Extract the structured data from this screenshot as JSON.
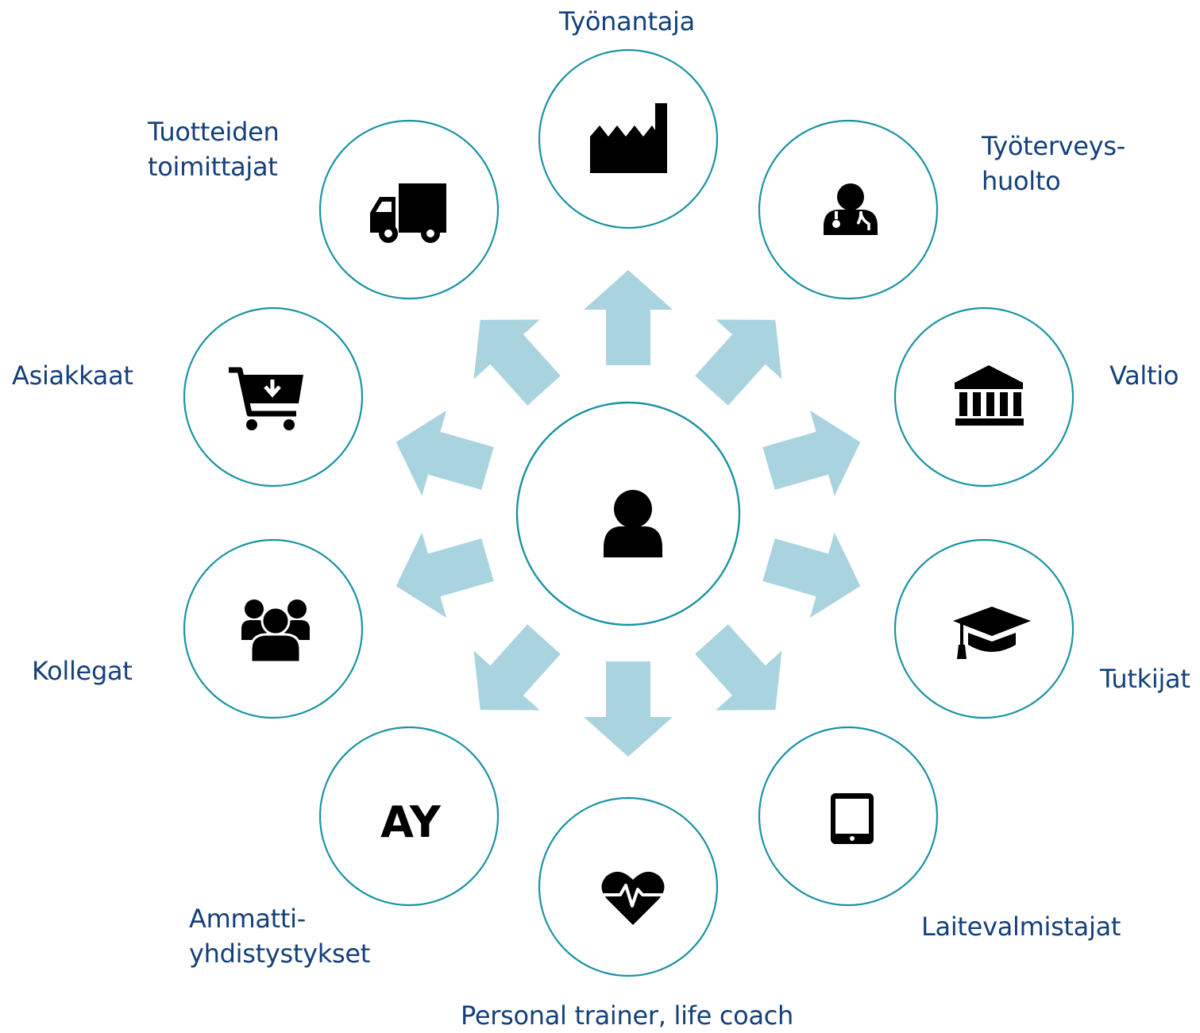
{
  "colors": {
    "circle_stroke": "#1a93a3",
    "arrow": "#aad3e0",
    "label": "#13407a",
    "icon": "#000000"
  },
  "center": {
    "icon": "person-icon"
  },
  "nodes": {
    "tyonantaja": {
      "label": "Työnantaja",
      "icon": "factory-icon"
    },
    "tyoterveys": {
      "label": "Työterveys-\nhuolto",
      "icon": "doctor-icon"
    },
    "valtio": {
      "label": "Valtio",
      "icon": "government-building-icon"
    },
    "tutkijat": {
      "label": "Tutkijat",
      "icon": "graduation-cap-icon"
    },
    "laitevalmistajat": {
      "label": "Laitevalmistajat",
      "icon": "tablet-icon"
    },
    "personal": {
      "label": "Personal trainer, life coach",
      "icon": "heartbeat-icon"
    },
    "ammatti": {
      "label": "Ammatti-\nyhdistystykset",
      "icon": "ay-text-icon",
      "icon_text": "AY"
    },
    "kollegat": {
      "label": "Kollegat",
      "icon": "group-icon"
    },
    "asiakkaat": {
      "label": "Asiakkaat",
      "icon": "shopping-cart-icon"
    },
    "tuotteiden": {
      "label": "Tuotteiden\ntoimittajat",
      "icon": "delivery-truck-icon"
    }
  }
}
